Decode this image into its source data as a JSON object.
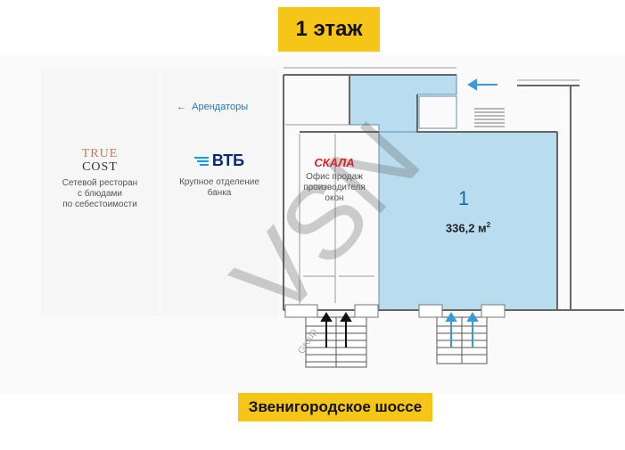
{
  "floor_label": "1 этаж",
  "tenants_label": "Арендаторы",
  "tenants": [
    {
      "logo_line1": "TRUE",
      "logo_line2": "COST",
      "description": [
        "Сетевой ресторан",
        "с блюдами",
        "по себестоимости"
      ]
    },
    {
      "logo": "ВТБ",
      "description": [
        "Крупное отделение",
        "банка"
      ]
    },
    {
      "logo": "СКАЛА",
      "description": [
        "Офис продаж",
        "производителя",
        "окон"
      ]
    }
  ],
  "unit": {
    "number": "1",
    "area": "336,2 м",
    "area_sup": "2"
  },
  "watermark": "VSN",
  "watermark_sub": "Group",
  "street_label": "Звенигородское шоссе",
  "colors": {
    "badge": "#f5c518",
    "unit_fill": "#b9dcee",
    "arrow": "#3a9ad9",
    "skala": "#d9262c",
    "vtb": "#0a2973"
  }
}
